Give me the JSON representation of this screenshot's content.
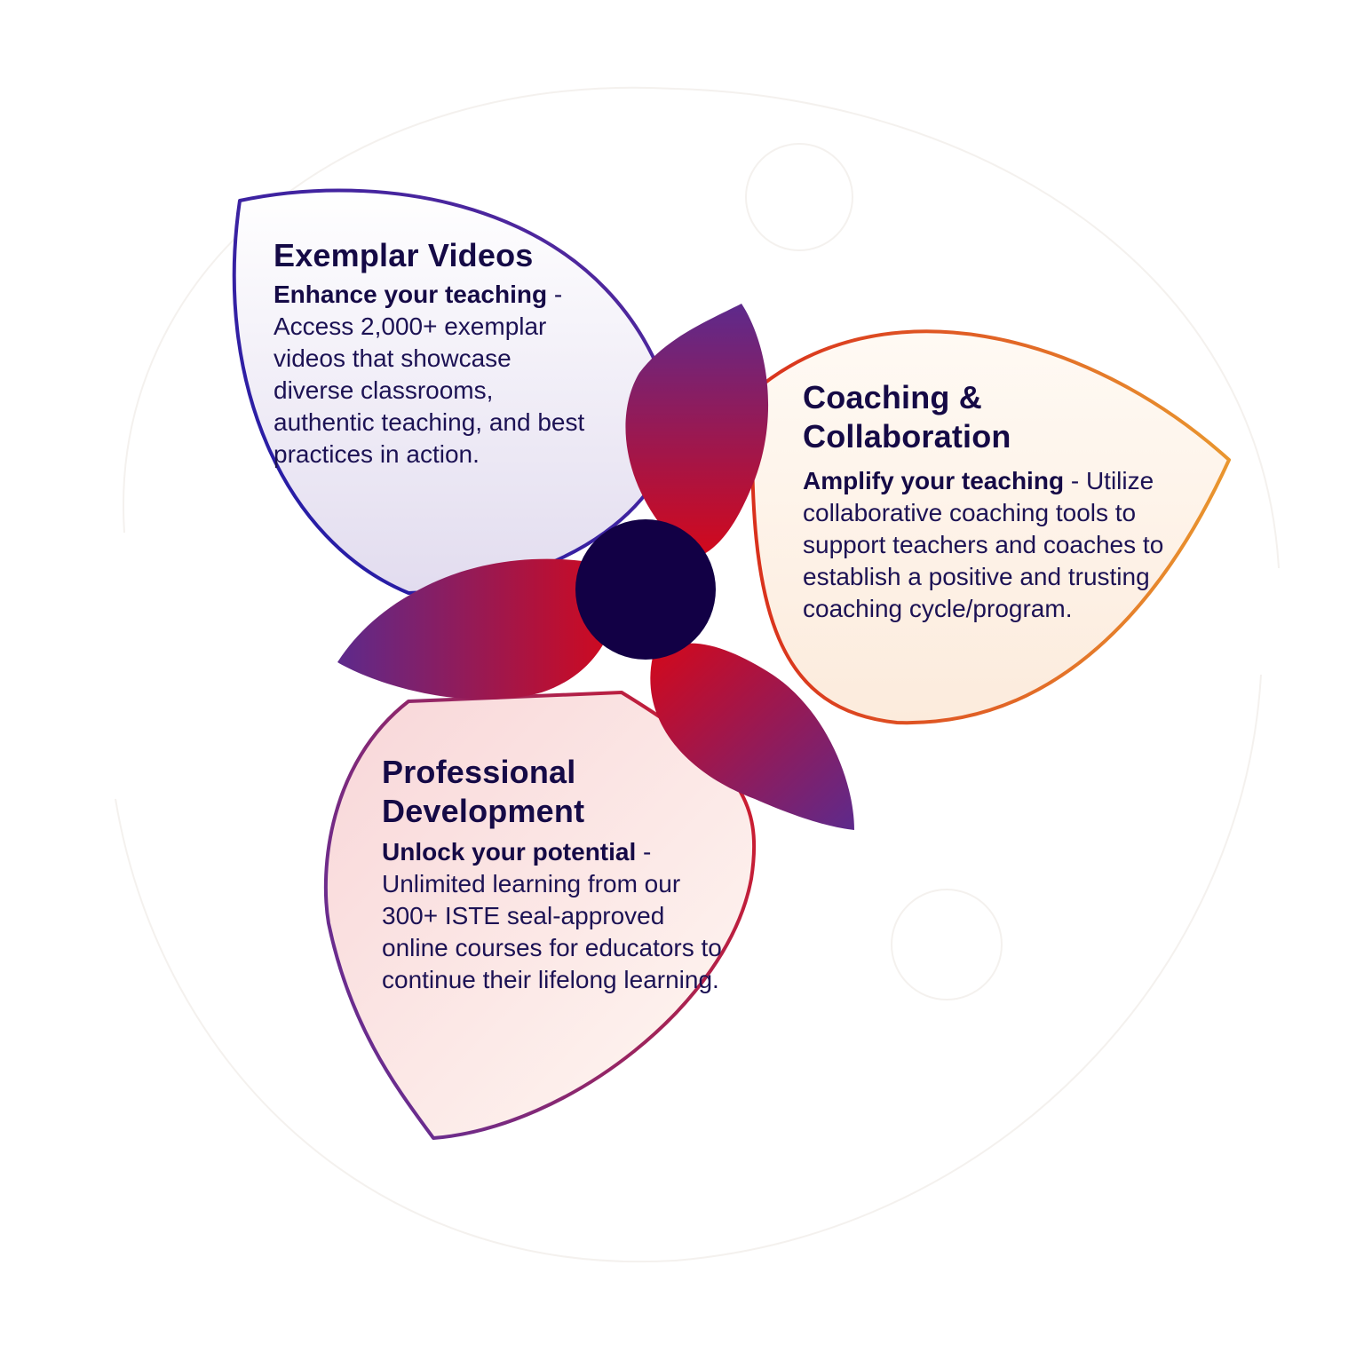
{
  "colors": {
    "dark_navy": "#150a46",
    "center_circle": "#120045",
    "exemplar_stroke": "#2b1aa0",
    "coaching_stroke_start": "#d9361c",
    "coaching_stroke_end": "#e8922e",
    "pd_stroke_start": "#6a2c8c",
    "pd_stroke_end": "#d21f2c",
    "inner_petal_red": "#d0101c",
    "inner_petal_purple": "#5b2a8e"
  },
  "sections": {
    "exemplar": {
      "title": "Exemplar Videos",
      "lead": "Enhance your teaching",
      "separator": " - ",
      "body": "Access 2,000+ exemplar videos that showcase diverse classrooms, authentic teaching, and best practices in action."
    },
    "coaching": {
      "title": "Coaching & Collaboration",
      "lead": "Amplify your teaching",
      "separator": " - ",
      "body": "Utilize collaborative coaching tools to support teachers and coaches to establish a positive and trusting coaching cycle/program."
    },
    "pd": {
      "title": "Professional Development",
      "lead": "Unlock your potential",
      "separator": " - ",
      "body": "Unlimited learning from our 300+ ISTE seal-approved online courses for educators to continue their lifelong learning."
    }
  }
}
